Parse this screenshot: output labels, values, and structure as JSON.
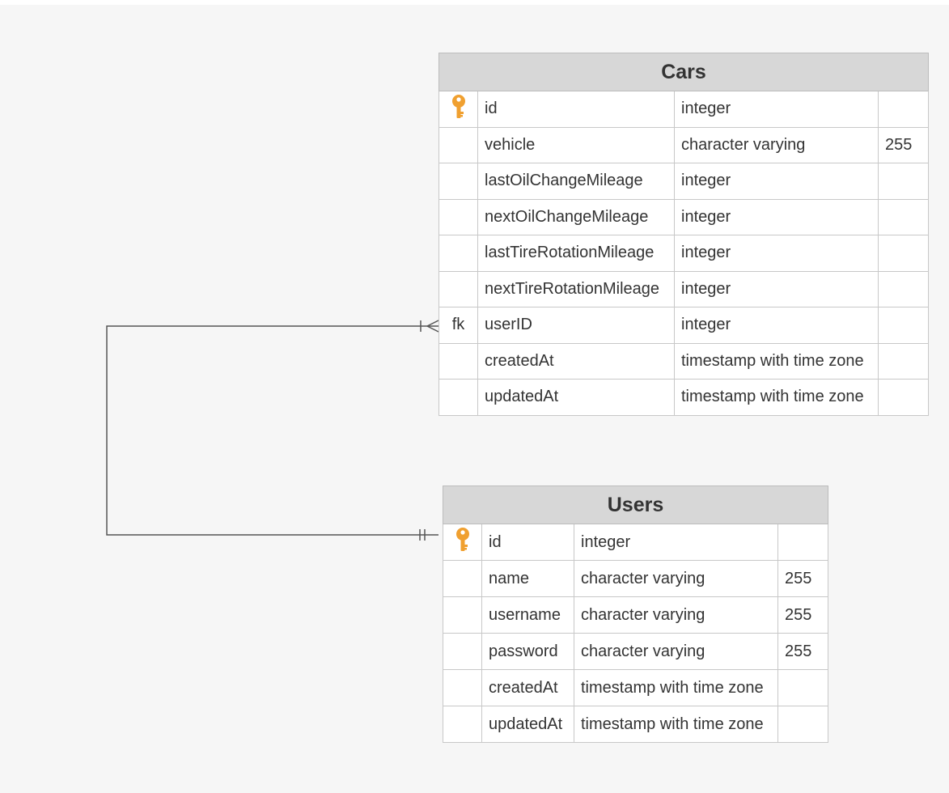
{
  "cars": {
    "title": "Cars",
    "rows": [
      {
        "marker": "key-icon",
        "name": "id",
        "type": "integer",
        "size": ""
      },
      {
        "marker": "",
        "name": "vehicle",
        "type": "character varying",
        "size": "255"
      },
      {
        "marker": "",
        "name": "lastOilChangeMileage",
        "type": "integer",
        "size": ""
      },
      {
        "marker": "",
        "name": "nextOilChangeMileage",
        "type": "integer",
        "size": ""
      },
      {
        "marker": "",
        "name": "lastTireRotationMileage",
        "type": "integer",
        "size": ""
      },
      {
        "marker": "",
        "name": "nextTireRotationMileage",
        "type": "integer",
        "size": ""
      },
      {
        "marker": "fk",
        "name": "userID",
        "type": "integer",
        "size": ""
      },
      {
        "marker": "",
        "name": "createdAt",
        "type": "timestamp with time zone",
        "size": ""
      },
      {
        "marker": "",
        "name": "updatedAt",
        "type": "timestamp with time zone",
        "size": ""
      }
    ]
  },
  "users": {
    "title": "Users",
    "rows": [
      {
        "marker": "key-icon",
        "name": "id",
        "type": "integer",
        "size": ""
      },
      {
        "marker": "",
        "name": "name",
        "type": "character varying",
        "size": "255"
      },
      {
        "marker": "",
        "name": "username",
        "type": "character varying",
        "size": "255"
      },
      {
        "marker": "",
        "name": "password",
        "type": "character varying",
        "size": "255"
      },
      {
        "marker": "",
        "name": "createdAt",
        "type": "timestamp with time zone",
        "size": ""
      },
      {
        "marker": "",
        "name": "updatedAt",
        "type": "timestamp with time zone",
        "size": ""
      }
    ]
  },
  "relationship": {
    "from": "Cars.userID",
    "to": "Users.id",
    "from_cardinality": "many",
    "to_cardinality": "one-and-only-one"
  },
  "colors": {
    "header_bg": "#d7d7d7",
    "border": "#c8c8c8",
    "canvas_bg": "#f6f6f6",
    "key": "#f0a030",
    "line": "#555555"
  }
}
